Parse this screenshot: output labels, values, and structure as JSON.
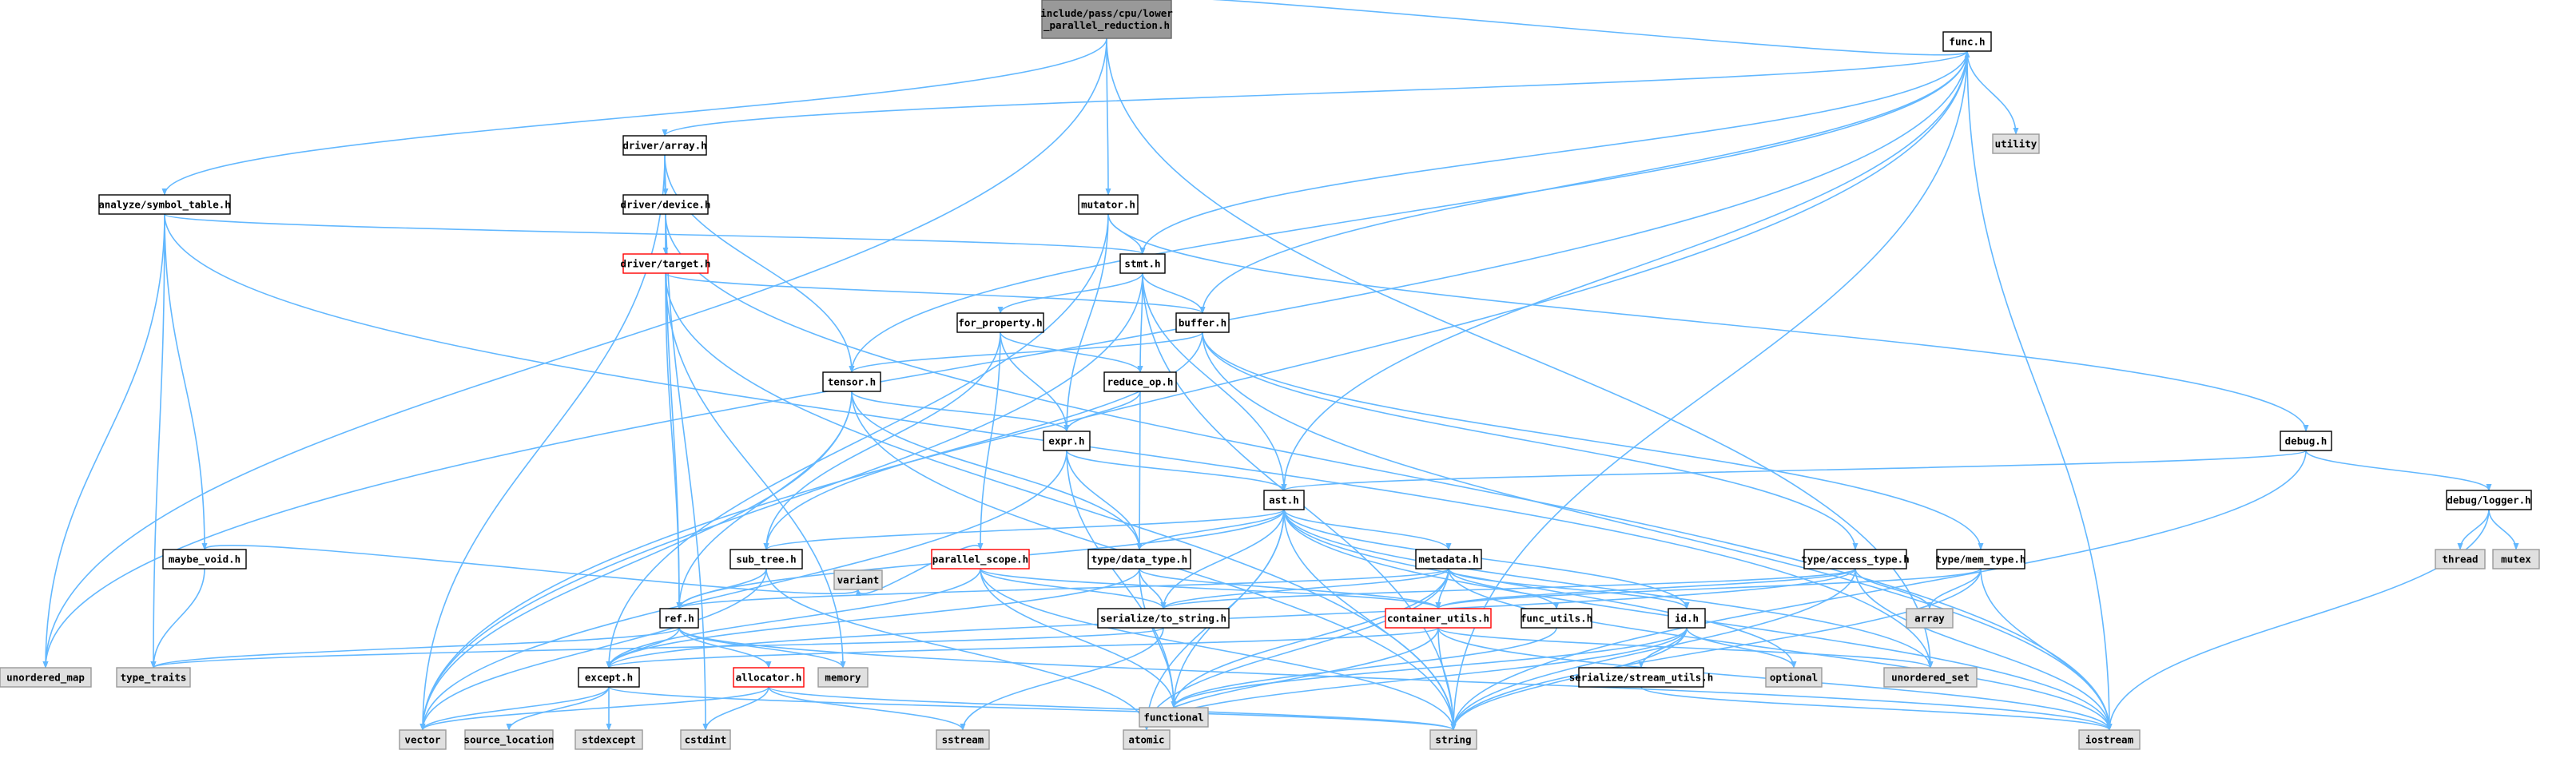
{
  "colors": {
    "edge": "#63b8ff",
    "node_fill": "#ffffff",
    "node_border": "#000000",
    "highlight_border": "#ff0000",
    "external_fill": "#e0e0e0",
    "external_border": "#999999",
    "root_fill": "#999999",
    "root_border": "#666666"
  },
  "nodes": [
    {
      "id": "root",
      "style": "root",
      "lines": [
        "include/pass/cpu/lower",
        "_parallel_reduction.h"
      ]
    },
    {
      "id": "func",
      "style": "normal",
      "lines": [
        "func.h"
      ]
    },
    {
      "id": "utility",
      "style": "external",
      "lines": [
        "utility"
      ]
    },
    {
      "id": "driver_array",
      "style": "normal",
      "lines": [
        "driver/array.h"
      ]
    },
    {
      "id": "driver_device",
      "style": "normal",
      "lines": [
        "driver/device.h"
      ]
    },
    {
      "id": "driver_target",
      "style": "highlight",
      "lines": [
        "driver/target.h"
      ]
    },
    {
      "id": "analyze_symbol_table",
      "style": "normal",
      "lines": [
        "analyze/symbol_table.h"
      ]
    },
    {
      "id": "mutator",
      "style": "normal",
      "lines": [
        "mutator.h"
      ]
    },
    {
      "id": "stmt",
      "style": "normal",
      "lines": [
        "stmt.h"
      ]
    },
    {
      "id": "for_property",
      "style": "normal",
      "lines": [
        "for_property.h"
      ]
    },
    {
      "id": "buffer",
      "style": "normal",
      "lines": [
        "buffer.h"
      ]
    },
    {
      "id": "tensor",
      "style": "normal",
      "lines": [
        "tensor.h"
      ]
    },
    {
      "id": "reduce_op",
      "style": "normal",
      "lines": [
        "reduce_op.h"
      ]
    },
    {
      "id": "expr",
      "style": "normal",
      "lines": [
        "expr.h"
      ]
    },
    {
      "id": "debug",
      "style": "normal",
      "lines": [
        "debug.h"
      ]
    },
    {
      "id": "ast",
      "style": "normal",
      "lines": [
        "ast.h"
      ]
    },
    {
      "id": "debug_logger",
      "style": "normal",
      "lines": [
        "debug/logger.h"
      ]
    },
    {
      "id": "maybe_void",
      "style": "normal",
      "lines": [
        "maybe_void.h"
      ]
    },
    {
      "id": "sub_tree",
      "style": "normal",
      "lines": [
        "sub_tree.h"
      ]
    },
    {
      "id": "parallel_scope",
      "style": "highlight",
      "lines": [
        "parallel_scope.h"
      ]
    },
    {
      "id": "data_type",
      "style": "normal",
      "lines": [
        "type/data_type.h"
      ]
    },
    {
      "id": "metadata",
      "style": "normal",
      "lines": [
        "metadata.h"
      ]
    },
    {
      "id": "access_type",
      "style": "normal",
      "lines": [
        "type/access_type.h"
      ]
    },
    {
      "id": "mem_type",
      "style": "normal",
      "lines": [
        "type/mem_type.h"
      ]
    },
    {
      "id": "thread",
      "style": "external",
      "lines": [
        "thread"
      ]
    },
    {
      "id": "mutex",
      "style": "external",
      "lines": [
        "mutex"
      ]
    },
    {
      "id": "variant",
      "style": "external",
      "lines": [
        "variant"
      ]
    },
    {
      "id": "ref",
      "style": "normal",
      "lines": [
        "ref.h"
      ]
    },
    {
      "id": "serialize_to_string",
      "style": "normal",
      "lines": [
        "serialize/to_string.h"
      ]
    },
    {
      "id": "container_utils",
      "style": "highlight",
      "lines": [
        "container_utils.h"
      ]
    },
    {
      "id": "func_utils",
      "style": "normal",
      "lines": [
        "func_utils.h"
      ]
    },
    {
      "id": "id",
      "style": "normal",
      "lines": [
        "id.h"
      ]
    },
    {
      "id": "array",
      "style": "external",
      "lines": [
        "array"
      ]
    },
    {
      "id": "unordered_map",
      "style": "external",
      "lines": [
        "unordered_map"
      ]
    },
    {
      "id": "type_traits",
      "style": "external",
      "lines": [
        "type_traits"
      ]
    },
    {
      "id": "allocator",
      "style": "highlight",
      "lines": [
        "allocator.h"
      ]
    },
    {
      "id": "memory",
      "style": "external",
      "lines": [
        "memory"
      ]
    },
    {
      "id": "except",
      "style": "normal",
      "lines": [
        "except.h"
      ]
    },
    {
      "id": "functional",
      "style": "external",
      "lines": [
        "functional"
      ]
    },
    {
      "id": "serialize_stream_utils",
      "style": "normal",
      "lines": [
        "serialize/stream_utils.h"
      ]
    },
    {
      "id": "optional",
      "style": "external",
      "lines": [
        "optional"
      ]
    },
    {
      "id": "unordered_set",
      "style": "external",
      "lines": [
        "unordered_set"
      ]
    },
    {
      "id": "vector",
      "style": "external",
      "lines": [
        "vector"
      ]
    },
    {
      "id": "source_location",
      "style": "external",
      "lines": [
        "source_location"
      ]
    },
    {
      "id": "stdexcept",
      "style": "external",
      "lines": [
        "stdexcept"
      ]
    },
    {
      "id": "cstdint",
      "style": "external",
      "lines": [
        "cstdint"
      ]
    },
    {
      "id": "sstream",
      "style": "external",
      "lines": [
        "sstream"
      ]
    },
    {
      "id": "atomic",
      "style": "external",
      "lines": [
        "atomic"
      ]
    },
    {
      "id": "string",
      "style": "external",
      "lines": [
        "string"
      ]
    },
    {
      "id": "iostream",
      "style": "external",
      "lines": [
        "iostream"
      ]
    }
  ],
  "edges": [
    [
      "root",
      "func"
    ],
    [
      "root",
      "analyze_symbol_table"
    ],
    [
      "root",
      "mutator"
    ],
    [
      "root",
      "unordered_map"
    ],
    [
      "root",
      "unordered_set"
    ],
    [
      "func",
      "utility"
    ],
    [
      "func",
      "driver_array"
    ],
    [
      "func",
      "stmt"
    ],
    [
      "func",
      "buffer"
    ],
    [
      "func",
      "tensor"
    ],
    [
      "func",
      "ast"
    ],
    [
      "func",
      "unordered_map"
    ],
    [
      "func",
      "string"
    ],
    [
      "func",
      "iostream"
    ],
    [
      "func",
      "vector"
    ],
    [
      "driver_array",
      "driver_device"
    ],
    [
      "driver_array",
      "tensor"
    ],
    [
      "driver_array",
      "vector"
    ],
    [
      "driver_array",
      "cstdint"
    ],
    [
      "driver_device",
      "driver_target"
    ],
    [
      "driver_device",
      "ref"
    ],
    [
      "driver_device",
      "iostream"
    ],
    [
      "driver_target",
      "buffer"
    ],
    [
      "driver_target",
      "ref"
    ],
    [
      "driver_target",
      "memory"
    ],
    [
      "driver_target",
      "string"
    ],
    [
      "analyze_symbol_table",
      "stmt"
    ],
    [
      "analyze_symbol_table",
      "maybe_void"
    ],
    [
      "analyze_symbol_table",
      "unordered_map"
    ],
    [
      "analyze_symbol_table",
      "unordered_set"
    ],
    [
      "analyze_symbol_table",
      "type_traits"
    ],
    [
      "mutator",
      "stmt"
    ],
    [
      "mutator",
      "expr"
    ],
    [
      "mutator",
      "debug"
    ],
    [
      "mutator",
      "except"
    ],
    [
      "stmt",
      "for_property"
    ],
    [
      "stmt",
      "buffer"
    ],
    [
      "stmt",
      "reduce_op"
    ],
    [
      "stmt",
      "ast"
    ],
    [
      "stmt",
      "vector"
    ],
    [
      "stmt",
      "string"
    ],
    [
      "for_property",
      "reduce_op"
    ],
    [
      "for_property",
      "expr"
    ],
    [
      "for_property",
      "parallel_scope"
    ],
    [
      "for_property",
      "sub_tree"
    ],
    [
      "buffer",
      "tensor"
    ],
    [
      "buffer",
      "access_type"
    ],
    [
      "buffer",
      "mem_type"
    ],
    [
      "buffer",
      "sub_tree"
    ],
    [
      "buffer",
      "iostream"
    ],
    [
      "tensor",
      "expr"
    ],
    [
      "tensor",
      "data_type"
    ],
    [
      "tensor",
      "ref"
    ],
    [
      "tensor",
      "vector"
    ],
    [
      "tensor",
      "string"
    ],
    [
      "reduce_op",
      "expr"
    ],
    [
      "reduce_op",
      "data_type"
    ],
    [
      "expr",
      "ast"
    ],
    [
      "expr",
      "functional"
    ],
    [
      "expr",
      "vector"
    ],
    [
      "expr",
      "data_type"
    ],
    [
      "debug",
      "ast"
    ],
    [
      "debug",
      "debug_logger"
    ],
    [
      "debug",
      "string"
    ],
    [
      "ast",
      "sub_tree"
    ],
    [
      "ast",
      "data_type"
    ],
    [
      "ast",
      "metadata"
    ],
    [
      "ast",
      "ref"
    ],
    [
      "ast",
      "id"
    ],
    [
      "ast",
      "serialize_to_string"
    ],
    [
      "ast",
      "functional"
    ],
    [
      "ast",
      "atomic"
    ],
    [
      "ast",
      "string"
    ],
    [
      "ast",
      "optional"
    ],
    [
      "ast",
      "unordered_set"
    ],
    [
      "ast",
      "iostream"
    ],
    [
      "debug_logger",
      "thread"
    ],
    [
      "debug_logger",
      "mutex"
    ],
    [
      "debug_logger",
      "iostream"
    ],
    [
      "maybe_void",
      "variant"
    ],
    [
      "maybe_void",
      "type_traits"
    ],
    [
      "sub_tree",
      "ref"
    ],
    [
      "sub_tree",
      "vector"
    ],
    [
      "sub_tree",
      "atomic"
    ],
    [
      "parallel_scope",
      "variant"
    ],
    [
      "parallel_scope",
      "container_utils"
    ],
    [
      "parallel_scope",
      "serialize_to_string"
    ],
    [
      "parallel_scope",
      "except"
    ],
    [
      "parallel_scope",
      "string"
    ],
    [
      "parallel_scope",
      "functional"
    ],
    [
      "data_type",
      "container_utils"
    ],
    [
      "data_type",
      "serialize_to_string"
    ],
    [
      "data_type",
      "except"
    ],
    [
      "data_type",
      "functional"
    ],
    [
      "metadata",
      "ref"
    ],
    [
      "metadata",
      "id"
    ],
    [
      "metadata",
      "func_utils"
    ],
    [
      "metadata",
      "container_utils"
    ],
    [
      "metadata",
      "serialize_to_string"
    ],
    [
      "metadata",
      "atomic"
    ],
    [
      "metadata",
      "functional"
    ],
    [
      "metadata",
      "iostream"
    ],
    [
      "access_type",
      "container_utils"
    ],
    [
      "access_type",
      "serialize_to_string"
    ],
    [
      "access_type",
      "except"
    ],
    [
      "access_type",
      "array"
    ],
    [
      "access_type",
      "string"
    ],
    [
      "access_type",
      "iostream"
    ],
    [
      "mem_type",
      "container_utils"
    ],
    [
      "mem_type",
      "array"
    ],
    [
      "mem_type",
      "string"
    ],
    [
      "mem_type",
      "iostream"
    ],
    [
      "ref",
      "allocator"
    ],
    [
      "ref",
      "except"
    ],
    [
      "ref",
      "memory"
    ],
    [
      "ref",
      "type_traits"
    ],
    [
      "ref",
      "iostream"
    ],
    [
      "serialize_to_string",
      "sstream"
    ],
    [
      "serialize_to_string",
      "type_traits"
    ],
    [
      "container_utils",
      "except"
    ],
    [
      "container_utils",
      "unordered_set"
    ],
    [
      "container_utils",
      "string"
    ],
    [
      "container_utils",
      "atomic"
    ],
    [
      "container_utils",
      "iostream"
    ],
    [
      "func_utils",
      "functional"
    ],
    [
      "id",
      "serialize_stream_utils"
    ],
    [
      "id",
      "optional"
    ],
    [
      "id",
      "functional"
    ],
    [
      "id",
      "string"
    ],
    [
      "id",
      "atomic"
    ],
    [
      "allocator",
      "vector"
    ],
    [
      "allocator",
      "cstdint"
    ],
    [
      "allocator",
      "sstream"
    ],
    [
      "allocator",
      "string"
    ],
    [
      "except",
      "source_location"
    ],
    [
      "except",
      "stdexcept"
    ],
    [
      "except",
      "vector"
    ],
    [
      "except",
      "string"
    ],
    [
      "serialize_stream_utils",
      "iostream"
    ]
  ]
}
